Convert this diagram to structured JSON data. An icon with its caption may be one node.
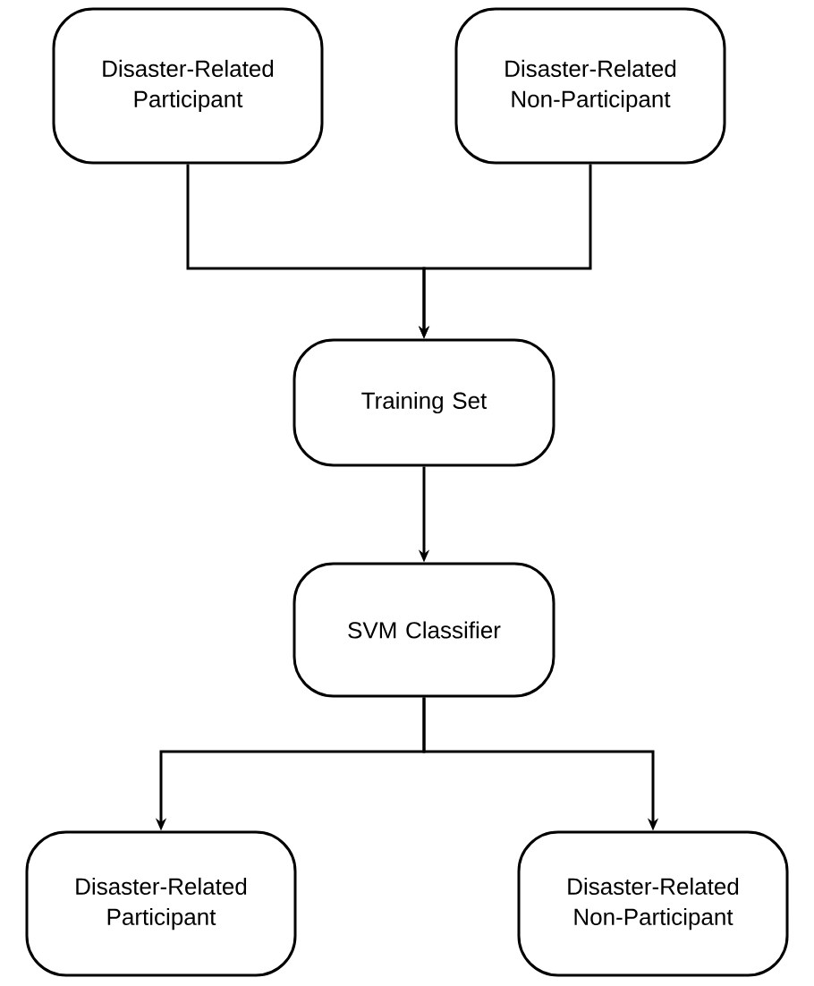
{
  "diagram": {
    "nodes": [
      {
        "text": [
          "Disaster-Related Participant"
        ]
      },
      {
        "text": [
          "Disaster-Related Non-Participant"
        ]
      },
      {
        "text": [
          "Training Set"
        ]
      },
      {
        "text": [
          "SVM Classifier"
        ]
      },
      {
        "text": [
          "Disaster-Related Participant"
        ]
      },
      {
        "text": [
          "Disaster-Related Non-Participant"
        ]
      }
    ],
    "edges": [
      {
        "from": 0,
        "to": 2,
        "arrow": "to"
      },
      {
        "from": 1,
        "to": 2,
        "arrow": "to"
      },
      {
        "from": 2,
        "to": 3,
        "arrow": "to"
      },
      {
        "from": 3,
        "to": 4,
        "arrow": "to"
      },
      {
        "from": 3,
        "to": 5,
        "arrow": "to"
      }
    ]
  }
}
